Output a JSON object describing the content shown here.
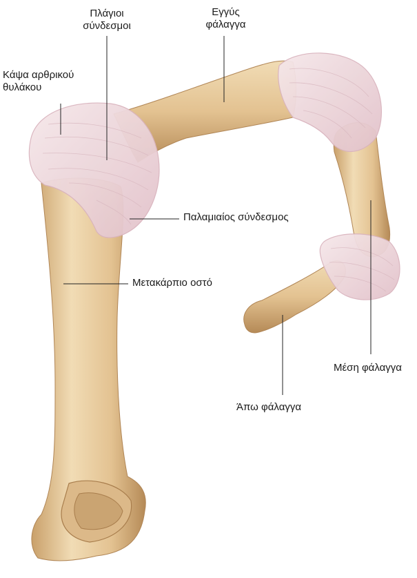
{
  "labels": {
    "collateral": [
      "Πλάγιοι",
      "σύνδεσμοι"
    ],
    "proximal": [
      "Εγγύς",
      "φάλαγγα"
    ],
    "capsule": [
      "Κάψα αρθρικού",
      "θυλάκου"
    ],
    "palmar": "Παλαμιαίος σύνδεσμος",
    "metacarpal": "Μετακάρπιο οστό",
    "middle": "Μέση φάλαγγα",
    "distal": "Άπω φάλαγγα"
  },
  "colors": {
    "bone": "#e6c99a",
    "bone_shadow": "#c9a06a",
    "bone_dark": "#a87d4c",
    "capsule": "#f2dfe3",
    "capsule_edge": "#d9b3bd",
    "leader": "#222222"
  }
}
